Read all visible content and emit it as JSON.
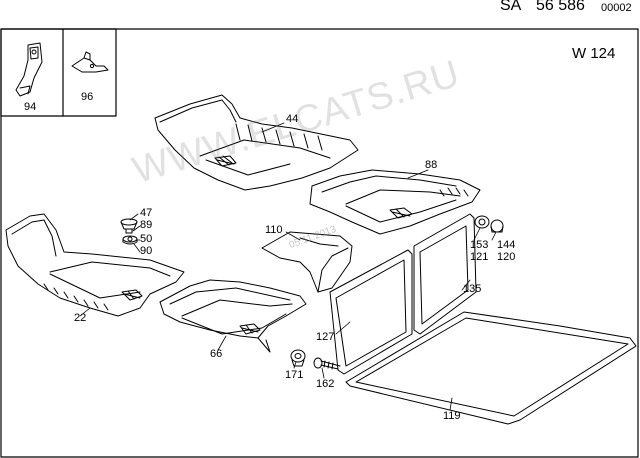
{
  "header": {
    "prefix": "SA",
    "number": "56 586",
    "sheet": "00002"
  },
  "model": "W 124",
  "watermark": "WWW.ELCATS.RU",
  "stamp_date": "05.11.2013",
  "labels": {
    "p94": "94",
    "p96": "96",
    "p44": "44",
    "p88": "88",
    "p47": "47",
    "p89": "89",
    "p50": "50",
    "p90": "90",
    "p110": "110",
    "p153": "153",
    "p144": "144",
    "p121": "121",
    "p120": "120",
    "p135": "135",
    "p22": "22",
    "p66": "66",
    "p127": "127",
    "p171": "171",
    "p162": "162",
    "p119": "119"
  }
}
